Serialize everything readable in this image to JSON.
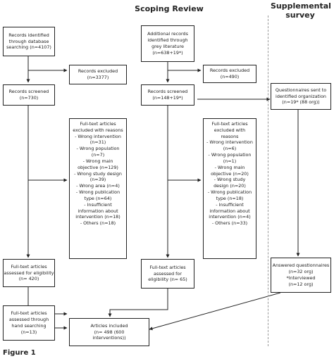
{
  "headers": {
    "scoping": "Scoping Review",
    "supplemental": "Supplemental survey"
  },
  "boxes": {
    "db_search": [
      "Records identified",
      "through database",
      "searching (n=4107)"
    ],
    "db_excluded": [
      "Records excluded",
      "(n=3377)"
    ],
    "db_screened": [
      "Records screened",
      "(n=730)"
    ],
    "db_fulltext_excluded": [
      "Full-text articles",
      "excluded with reasons",
      "- Wrong intervention",
      "(n=31)",
      "- Wrong population",
      "(n=7)",
      "- Wrong main",
      "objective (n=129)",
      "- Wrong study design",
      "(n=39)",
      "- Wrong area (n=4)",
      "- Wrong publication",
      "type (n=64)",
      "- Insufficient",
      "information about",
      "intervention (n=18)",
      "- Others (n=18)"
    ],
    "db_assessed": [
      "Full-text articles",
      "assessed for eligibility",
      "(n= 420)"
    ],
    "hand_search": [
      "Full-text articles",
      "assessed through",
      "hand searching",
      "(n=13)"
    ],
    "grey_records": [
      "Additional records",
      "identified through",
      "grey literature",
      "(n=638+19*)"
    ],
    "grey_excluded": [
      "Records excluded",
      "(n=490)"
    ],
    "grey_screened": [
      "Records screened",
      "(n=148+19*)"
    ],
    "grey_fulltext_excluded": [
      "Full-text articles",
      "excluded with",
      "reasons",
      "- Wrong intervention",
      "(n=6)",
      "- Wrong population",
      "(n=1)",
      "- Wrong main",
      "objective (n=20)",
      "- Wrong study",
      "design (n=20)",
      "- Wrong publication",
      "type (n=18)",
      "- Insufficient",
      "information about",
      "intervention (n=4)",
      "- Others (n=33)"
    ],
    "grey_assessed": [
      "Full-text articles",
      "assessed for",
      "eligibility (n= 65)"
    ],
    "included": [
      "Articles included",
      "(n= 498 (600",
      "interventions))"
    ],
    "questionnaires_sent": [
      "Questionnaires sent to",
      "identified organization",
      "(n=19* (88 org))"
    ],
    "questionnaires_answered": [
      "Answered questionnaires",
      "(n=32 org)",
      "*Interviewed",
      "(n=12 org)"
    ]
  },
  "caption": "Figure 1"
}
